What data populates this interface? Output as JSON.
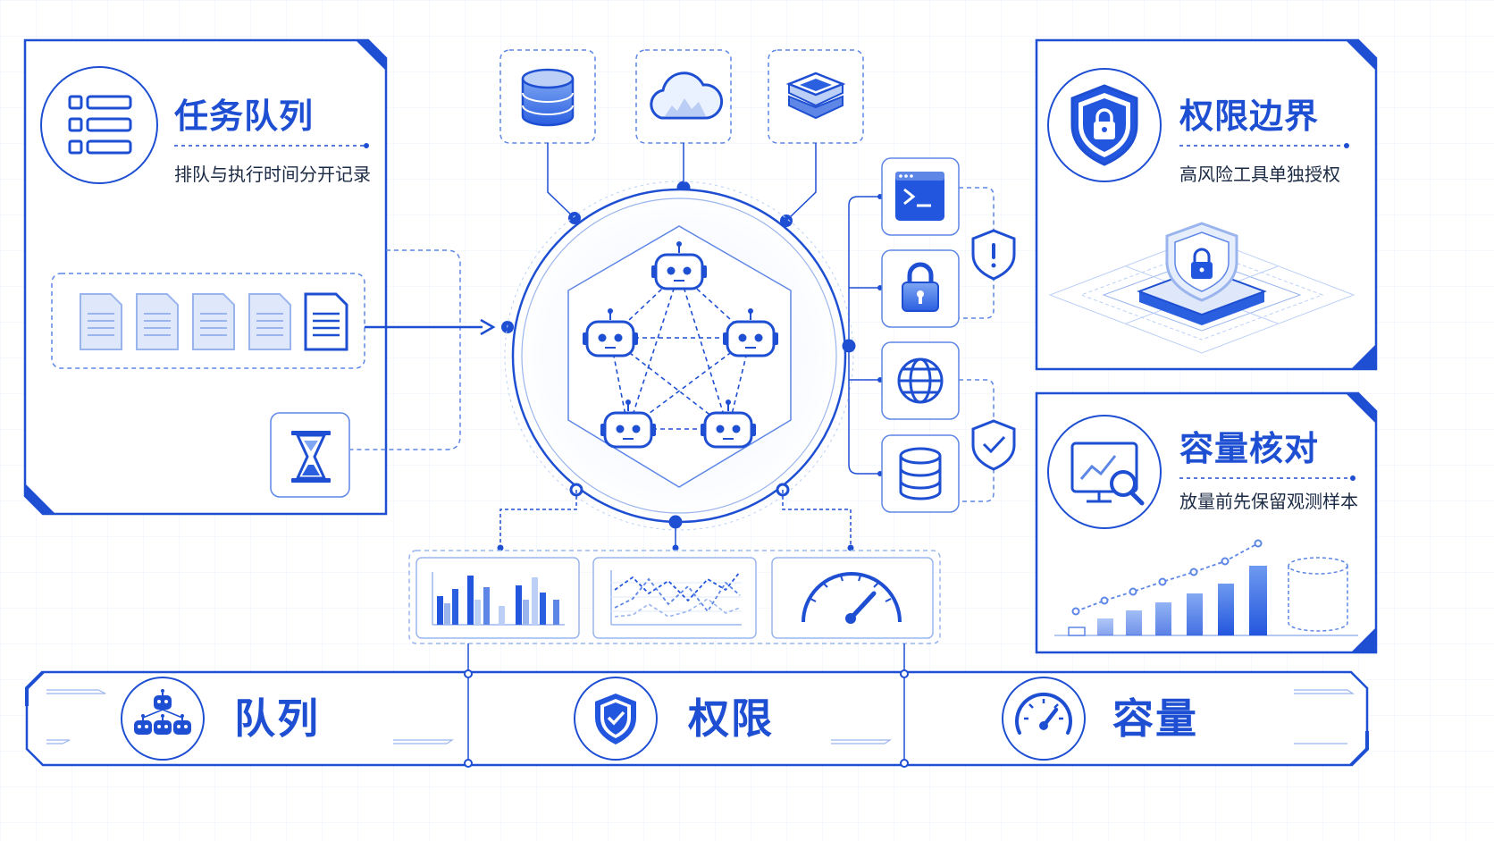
{
  "accent_color": "#1e4fd3",
  "panels": {
    "queue": {
      "title": "任务队列",
      "subtitle": "排队与执行时间分开记录",
      "icon": "list-icon"
    },
    "permission": {
      "title": "权限边界",
      "subtitle": "高风险工具单独授权",
      "icon": "shield-lock-icon"
    },
    "capacity": {
      "title": "容量核对",
      "subtitle": "放量前先保留观测样本",
      "icon": "monitor-search-icon"
    }
  },
  "top_resources": [
    "database-icon",
    "cloud-icon",
    "layers-icon"
  ],
  "right_tools": [
    "terminal-icon",
    "lock-icon",
    "globe-icon",
    "database-icon"
  ],
  "bottom_bar": {
    "items": [
      {
        "label": "队列",
        "icon": "agents-group-icon"
      },
      {
        "label": "权限",
        "icon": "shield-check-icon"
      },
      {
        "label": "容量",
        "icon": "gauge-icon"
      }
    ]
  }
}
